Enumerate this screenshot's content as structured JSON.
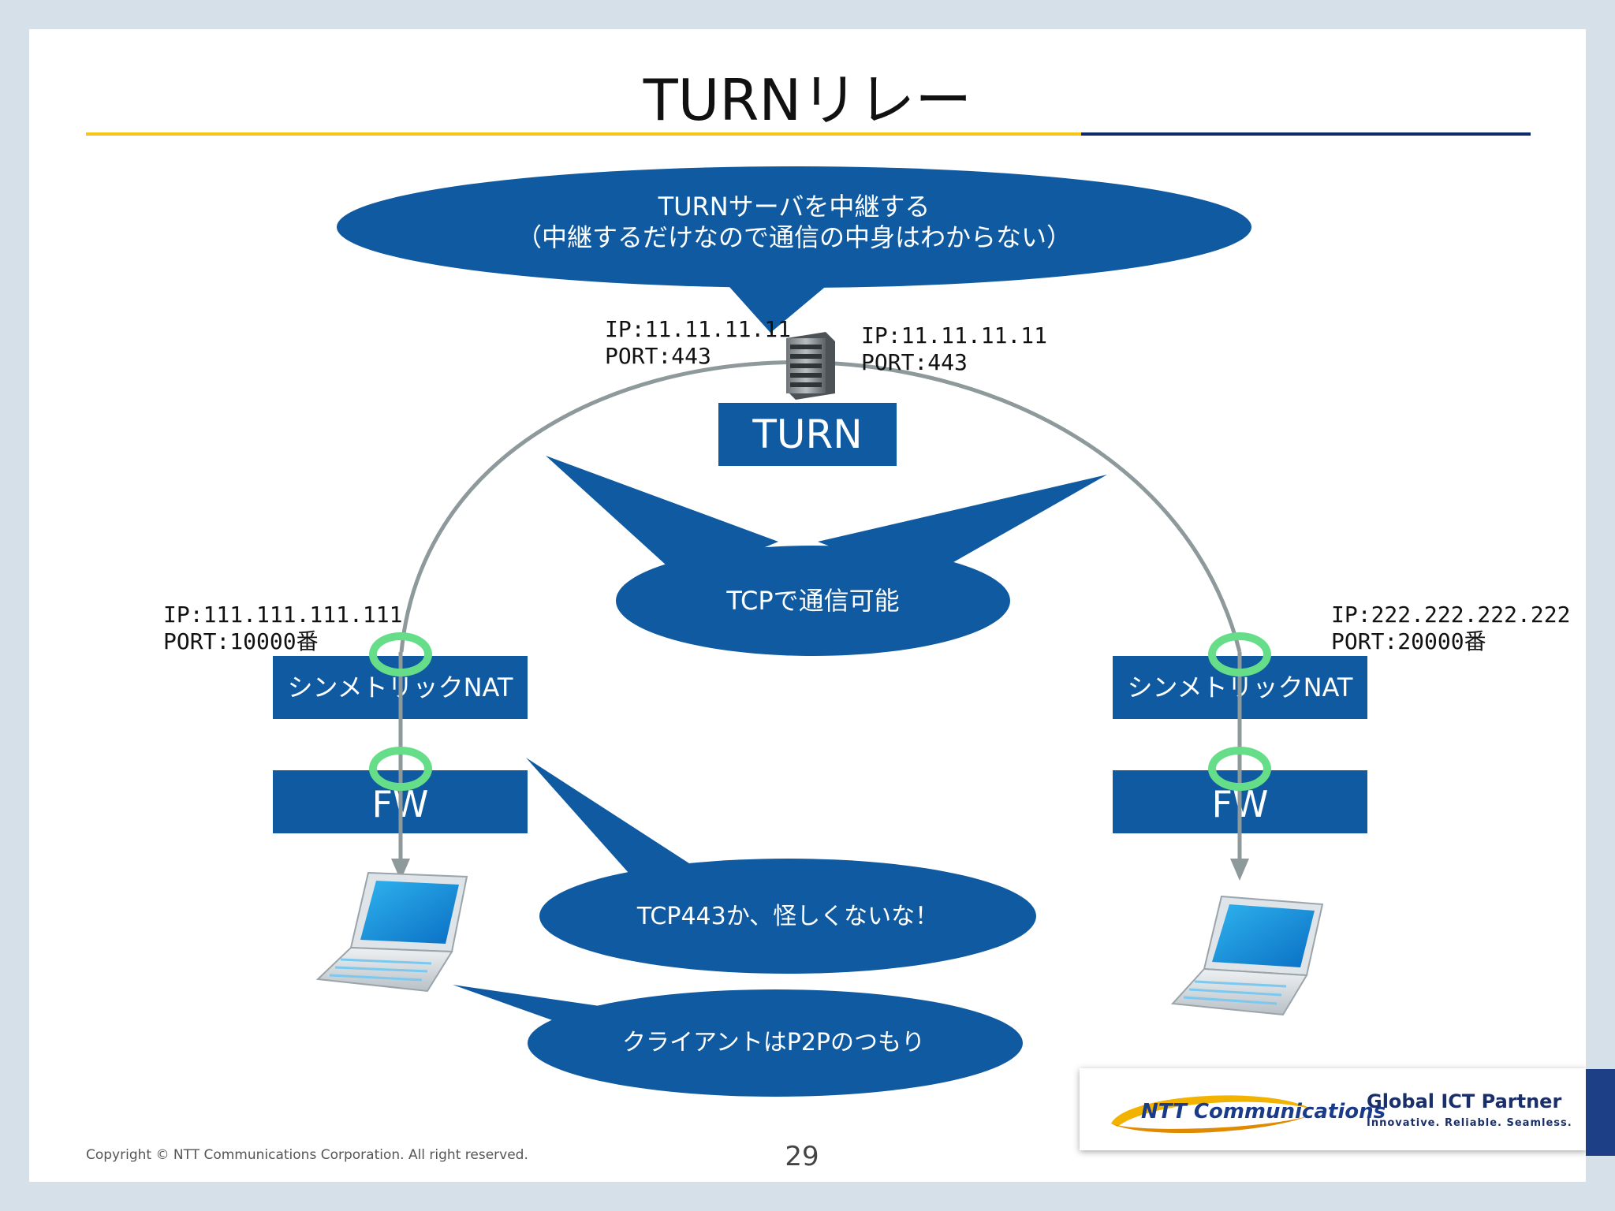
{
  "slide": {
    "title": "TURNリレー",
    "page_number": "29",
    "copyright": "Copyright © NTT Communications Corporation. All right reserved."
  },
  "bubbles": {
    "top_line1": "TURNサーバを中継する",
    "top_line2": "（中継するだけなので通信の中身はわからない）",
    "tcp": "TCPで通信可能",
    "fw": "TCP443か、怪しくないな！",
    "client": "クライアントはP2Pのつもり"
  },
  "turn_server": {
    "label": "TURN",
    "left_ip": "IP:11.11.11.11",
    "left_port": "PORT:443",
    "right_ip": "IP:11.11.11.11",
    "right_port": "PORT:443"
  },
  "left_client": {
    "ip": "IP:111.111.111.111",
    "port": "PORT:10000番",
    "nat_label": "シンメトリックNAT",
    "fw_label": "FW"
  },
  "right_client": {
    "ip": "IP:222.222.222.222",
    "port": "PORT:20000番",
    "nat_label": "シンメトリックNAT",
    "fw_label": "FW"
  },
  "logo": {
    "company": "NTT Communications",
    "tagline": "Global ICT Partner",
    "subtagline": "Innovative. Reliable. Seamless."
  },
  "colors": {
    "bubble": "#0f5aa0",
    "box": "#0f5aa0",
    "ring": "#66dd88",
    "arc": "#8e999c",
    "rule_yellow": "#f5c518",
    "rule_navy": "#0d2a6b"
  }
}
